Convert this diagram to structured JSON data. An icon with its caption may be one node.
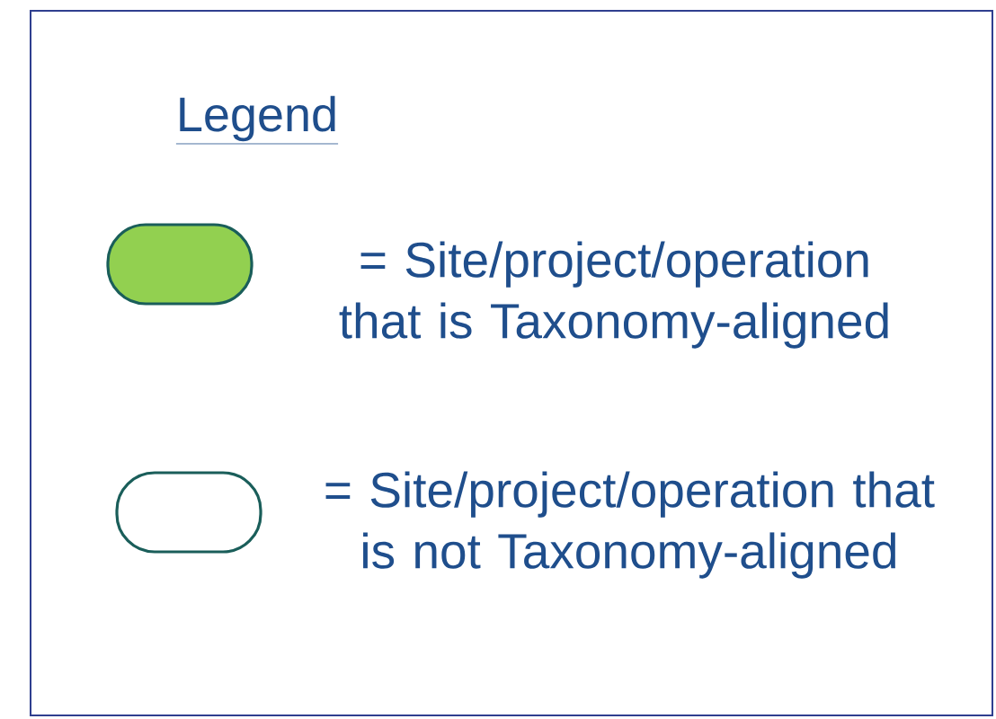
{
  "diagram": {
    "title": "Legend",
    "legend": [
      {
        "text": "= Site/project/operation that is Taxonomy-aligned",
        "color": "#92d050"
      },
      {
        "text": "= Site/project/operation that is not Taxonomy-aligned"
      }
    ]
  }
}
